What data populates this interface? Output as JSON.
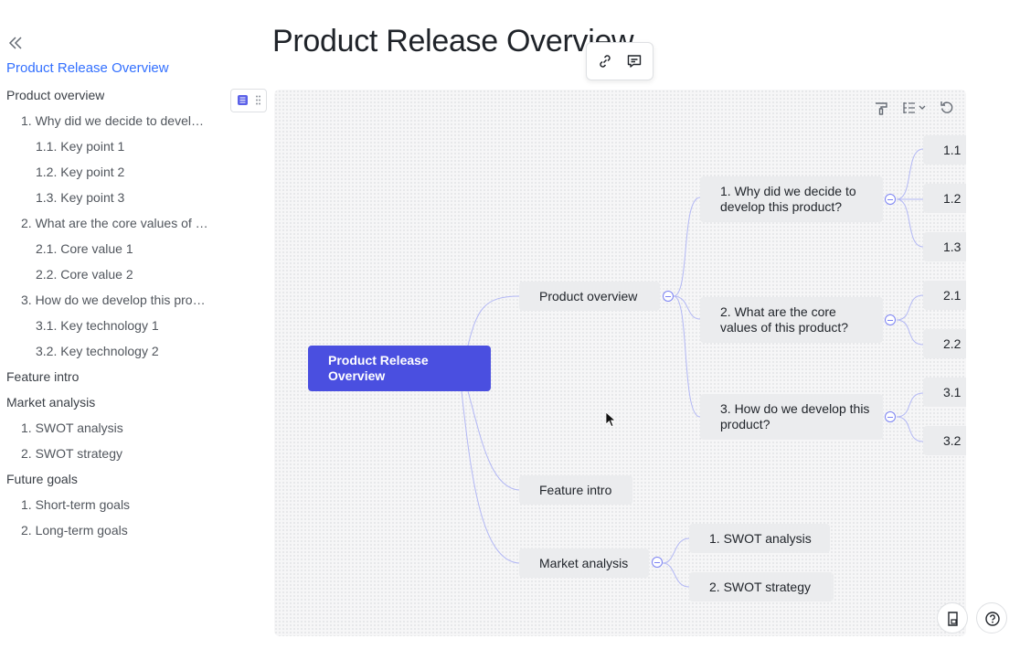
{
  "toc": {
    "collapse_icon": "double-chevron-left-icon",
    "title": "Product Release Overview",
    "items": [
      {
        "label": "Product overview",
        "level": 1
      },
      {
        "label": "1. Why did we decide to develop this product?",
        "level": 2
      },
      {
        "label": "1.1. Key point 1",
        "level": 3
      },
      {
        "label": "1.2. Key point 2",
        "level": 3
      },
      {
        "label": "1.3. Key point 3",
        "level": 3
      },
      {
        "label": "2. What are the core values of this product?",
        "level": 2
      },
      {
        "label": "2.1. Core value 1",
        "level": 3
      },
      {
        "label": "2.2. Core value 2",
        "level": 3
      },
      {
        "label": "3. How do we develop this product?",
        "level": 2
      },
      {
        "label": "3.1. Key technology 1",
        "level": 3
      },
      {
        "label": "3.2. Key technology 2",
        "level": 3
      },
      {
        "label": "Feature intro",
        "level": 1
      },
      {
        "label": "Market analysis",
        "level": 1
      },
      {
        "label": "1. SWOT analysis",
        "level": 2
      },
      {
        "label": "2. SWOT strategy",
        "level": 2
      },
      {
        "label": "Future goals",
        "level": 1
      },
      {
        "label": "1. Short-term goals",
        "level": 2
      },
      {
        "label": "2. Long-term goals",
        "level": 2
      }
    ]
  },
  "page": {
    "title": "Product Release Overview"
  },
  "float_toolbar": {
    "icons": [
      "link-icon",
      "comment-icon"
    ]
  },
  "canvas_tools": {
    "icons": [
      "style-brush-icon",
      "layout-icon",
      "reset-icon"
    ]
  },
  "mindmap": {
    "root": "Product Release Overview",
    "product_overview": "Product overview",
    "q1": "1. Why did we decide to develop this product?",
    "q2": "2. What are the core values of this product?",
    "q3": "3. How do we develop this product?",
    "q1_children": [
      "1.1",
      "1.2",
      "1.3"
    ],
    "q2_children": [
      "2.1",
      "2.2"
    ],
    "q3_children": [
      "3.1",
      "3.2"
    ],
    "feature_intro": "Feature intro",
    "market_analysis": "Market analysis",
    "swot_analysis": "1. SWOT analysis",
    "swot_strategy": "2. SWOT strategy",
    "line_color": "#b3b8f5",
    "root_color": "#4a4fe0"
  },
  "corner_buttons": {
    "icons": [
      "document-outline-icon",
      "help-icon"
    ]
  }
}
